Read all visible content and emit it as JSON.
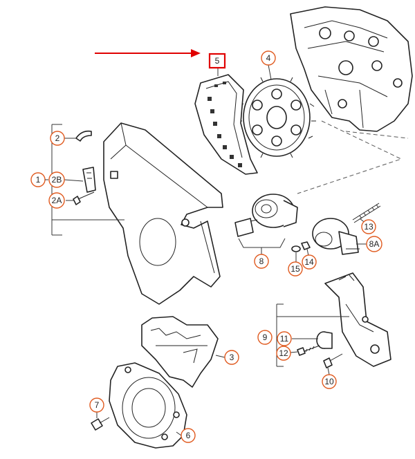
{
  "callouts": {
    "c1": "1",
    "c2": "2",
    "c2a": "2A",
    "c2b": "2B",
    "c3": "3",
    "c4": "4",
    "c5": "5",
    "c6": "6",
    "c7": "7",
    "c8": "8",
    "c8a": "8A",
    "c9": "9",
    "c10": "10",
    "c11": "11",
    "c12": "12",
    "c13": "13",
    "c14": "14",
    "c15": "15"
  },
  "highlight": {
    "part": "5",
    "color": "#e00000"
  },
  "colors": {
    "callout_ring": "#e05a1f",
    "line": "#222222"
  }
}
